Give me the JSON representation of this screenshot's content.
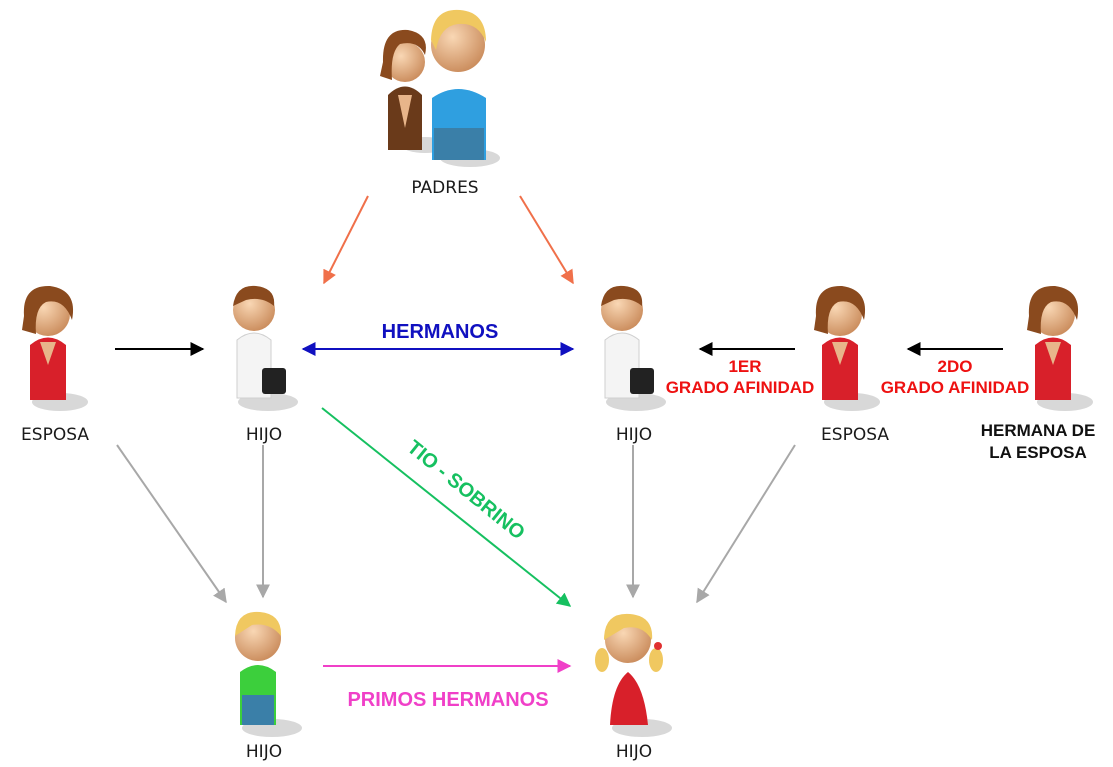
{
  "colors": {
    "parents_arrow": "#f0704a",
    "spouse_arrow": "#000000",
    "siblings": "#1010c0",
    "uncle_nephew": "#16c060",
    "cousins": "#f040c8",
    "affinity": "#ee1111",
    "descent_arrow": "#a8a8a8",
    "skin": "#e8b58a",
    "hair_brown": "#8a4a1e",
    "hair_blonde": "#f0c860",
    "dress_red": "#d8202a",
    "shirt_white": "#f4f4f4",
    "shirt_blue": "#2f9fe0",
    "shirt_green": "#3ccf3c",
    "jeans": "#3a7fa8",
    "suit_brown": "#6a3a1a"
  },
  "nodes": {
    "padres": "PADRES",
    "esposa_left": "ESPOSA",
    "hijo_left": "HIJO",
    "hijo_right": "HIJO",
    "esposa_right": "ESPOSA",
    "hermana_line1": "HERMANA DE",
    "hermana_line2": "LA ESPOSA",
    "nieto_left": "HIJO",
    "nieto_right": "HIJO"
  },
  "relations": {
    "hermanos": "HERMANOS",
    "tio_sobrino": "TIO - SOBRINO",
    "primos": "PRIMOS HERMANOS",
    "afinidad1_line1": "1ER",
    "afinidad1_line2": "GRADO AFINIDAD",
    "afinidad2_line1": "2DO",
    "afinidad2_line2": "GRADO AFINIDAD"
  },
  "figures": [
    {
      "name": "padres-mother",
      "hair": "brown",
      "body": "suit_brown"
    },
    {
      "name": "padres-father",
      "hair": "blonde",
      "body": "shirt_blue"
    },
    {
      "name": "esposa-left",
      "hair": "brown",
      "body": "dress_red"
    },
    {
      "name": "hijo-left",
      "hair": "brown",
      "body": "shirt_white"
    },
    {
      "name": "hijo-right",
      "hair": "brown",
      "body": "shirt_white"
    },
    {
      "name": "esposa-right",
      "hair": "brown",
      "body": "dress_red"
    },
    {
      "name": "hermana-esposa",
      "hair": "brown",
      "body": "dress_red"
    },
    {
      "name": "nieto-left",
      "hair": "blonde",
      "body": "shirt_green"
    },
    {
      "name": "nieta-right",
      "hair": "blonde",
      "body": "dress_red"
    }
  ]
}
